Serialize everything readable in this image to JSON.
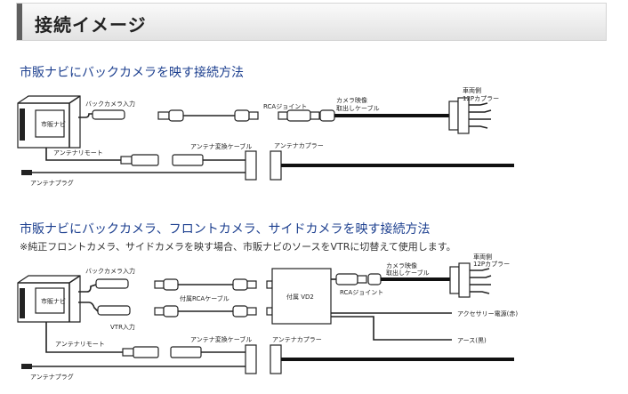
{
  "header": {
    "title": "接続イメージ"
  },
  "section1": {
    "title": "市販ナビにバックカメラを映す接続方法",
    "labels": {
      "navi": "市販ナビ",
      "back_camera_input": "バックカメラ入力",
      "rca_joint": "RCAジョイント",
      "camera_cable_1": "カメラ映像",
      "camera_cable_2": "取出しケーブル",
      "vehicle_1": "車両側",
      "vehicle_2": "12Pカプラー",
      "antenna_remote": "アンテナリモート",
      "antenna_conv": "アンテナ変換ケーブル",
      "antenna_coupler": "アンテナカプラー",
      "antenna_plug": "アンテナプラグ"
    }
  },
  "section2": {
    "title": "市販ナビにバックカメラ、フロントカメラ、サイドカメラを映す接続方法",
    "note": "※純正フロントカメラ、サイドカメラを映す場合、市販ナビのソースをVTRに切替えて使用します。",
    "labels": {
      "navi": "市販ナビ",
      "back_camera_input": "バックカメラ入力",
      "included_rca": "付属RCAケーブル",
      "vd2": "付属 VD2",
      "rca_joint": "RCAジョイント",
      "camera_cable_1": "カメラ映像",
      "camera_cable_2": "取出しケーブル",
      "vehicle_1": "車両側",
      "vehicle_2": "12Pカプラー",
      "vtr_input": "VTR入力",
      "accessory": "アクセサリー電源(赤)",
      "ground": "アース(黒)",
      "antenna_remote": "アンテナリモート",
      "antenna_conv": "アンテナ変換ケーブル",
      "antenna_coupler": "アンテナカプラー",
      "antenna_plug": "アンテナプラグ"
    }
  }
}
